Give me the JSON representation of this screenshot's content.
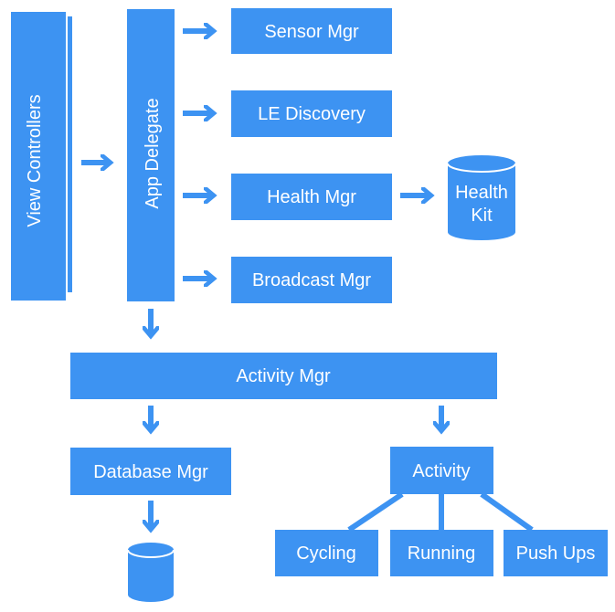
{
  "colors": {
    "primary": "#3d93f2",
    "background": "#ffffff",
    "text": "#ffffff"
  },
  "nodes": {
    "view_controllers": "View Controllers",
    "app_delegate": "App Delegate",
    "sensor_mgr": "Sensor Mgr",
    "le_discovery": "LE Discovery",
    "health_mgr": "Health Mgr",
    "broadcast_mgr": "Broadcast Mgr",
    "health_kit_line1": "Health",
    "health_kit_line2": "Kit",
    "activity_mgr": "Activity Mgr",
    "database_mgr": "Database Mgr",
    "activity": "Activity",
    "cycling": "Cycling",
    "running": "Running",
    "push_ups": "Push Ups"
  }
}
